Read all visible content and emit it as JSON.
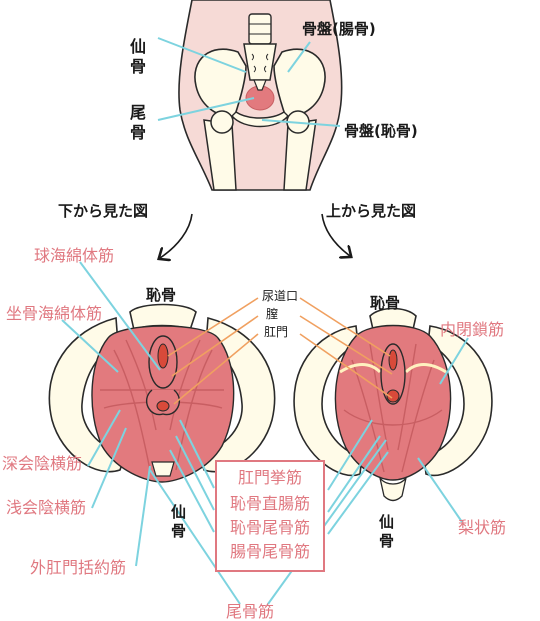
{
  "top_labels": {
    "sacrum": "仙骨",
    "coccyx": "尾骨",
    "pelvis_ilium": "骨盤(腸骨)",
    "pelvis_pubis": "骨盤(恥骨)"
  },
  "view_labels": {
    "from_below": "下から見た図",
    "from_above": "上から見た図"
  },
  "left_figure": {
    "pubis": "恥骨",
    "sacrum": "仙骨"
  },
  "right_figure": {
    "pubis": "恥骨",
    "sacrum": "仙骨"
  },
  "openings": {
    "urethra": "尿道口",
    "vagina": "膣",
    "anus": "肛門"
  },
  "muscles": {
    "bulbocavernosus": "球海綿体筋",
    "ischiocavernosus": "坐骨海綿体筋",
    "deep_transverse": "深会陰横筋",
    "superficial_transverse": "浅会陰横筋",
    "external_anal_sphincter": "外肛門括約筋",
    "coccygeus": "尾骨筋",
    "obturator_internus": "内閉鎖筋",
    "piriformis": "梨状筋"
  },
  "levator_ani_group": {
    "title": "肛門挙筋",
    "items": [
      "恥骨直腸筋",
      "恥骨尾骨筋",
      "腸骨尾骨筋"
    ]
  },
  "colors": {
    "leader_cyan": "#7dd3df",
    "leader_orange": "#f0a060",
    "label_pink": "#e07880",
    "muscle": "#e27a7e",
    "muscle_dark": "#c85e62",
    "bone": "#fffbe8",
    "skin": "#f6dad6"
  }
}
